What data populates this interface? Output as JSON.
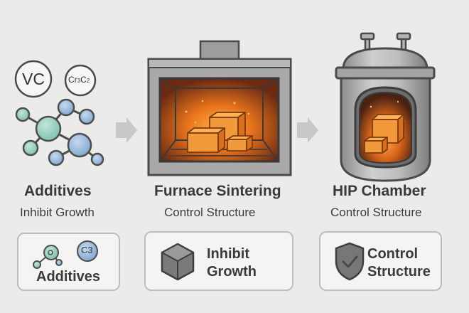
{
  "additives": {
    "bubble_vc": "VC",
    "bubble_cr_base": "Cr",
    "bubble_cr_sub1": "3",
    "bubble_cr_c": "C",
    "bubble_cr_sub2": "2",
    "title": "Additives",
    "subtitle": "Inhibit Growth",
    "card_label": "Additives",
    "card_c3": "C3"
  },
  "furnace": {
    "title": "Furnace Sintering",
    "subtitle": "Control Structure",
    "card_line1": "Inhibit",
    "card_line2": "Growth"
  },
  "hip": {
    "title": "HIP Chamber",
    "subtitle": "Control Structure",
    "card_line1": "Control",
    "card_line2": "Structure"
  },
  "colors": {
    "background": "#ebebea",
    "molecule_teal": "#8fc9b8",
    "molecule_blue": "#8fb2d6",
    "fire_orange": "#f08a2c",
    "cube_orange": "#f29a3a",
    "furnace_gray": "#9a9a9a"
  },
  "icons": [
    "molecule-icon",
    "arrow-right-icon",
    "furnace-icon",
    "hip-chamber-icon",
    "hexagon-cube-icon",
    "shield-check-icon"
  ]
}
